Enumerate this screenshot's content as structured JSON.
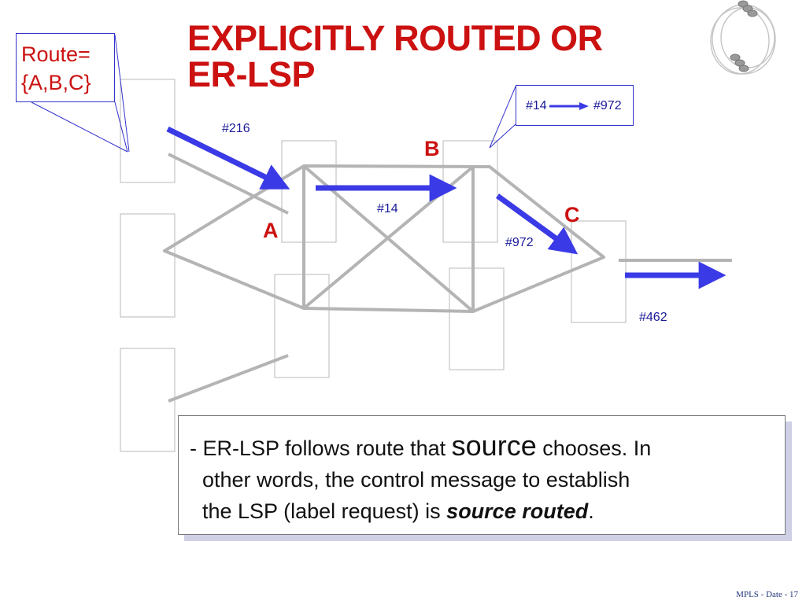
{
  "slide": {
    "title_line1": "EXPLICITLY ROUTED OR",
    "title_line2": "ER-LSP",
    "footer": "MPLS  - Date - 17"
  },
  "route_callout": {
    "line1": "Route=",
    "line2": "{A,B,C}"
  },
  "label_swap_callout": {
    "from": "#14",
    "to": "#972"
  },
  "routers": {
    "A": "A",
    "B": "B",
    "C": "C"
  },
  "labels": {
    "ingress": "#216",
    "a_to_b": "#14",
    "b_to_c": "#972",
    "egress": "#462"
  },
  "note": {
    "line1_pre": "- ER-LSP follows route that ",
    "line1_big": "source",
    "line1_post": " chooses. In",
    "line2": "other words, the control message to establish",
    "line3_pre": "the LSP (label request) is ",
    "line3_emph": "source routed",
    "line3_post": "."
  },
  "colors": {
    "title": "#cc1111",
    "arrow": "#3a3ae6",
    "link": "#b4b4b4",
    "callout_border": "#3333cc"
  }
}
